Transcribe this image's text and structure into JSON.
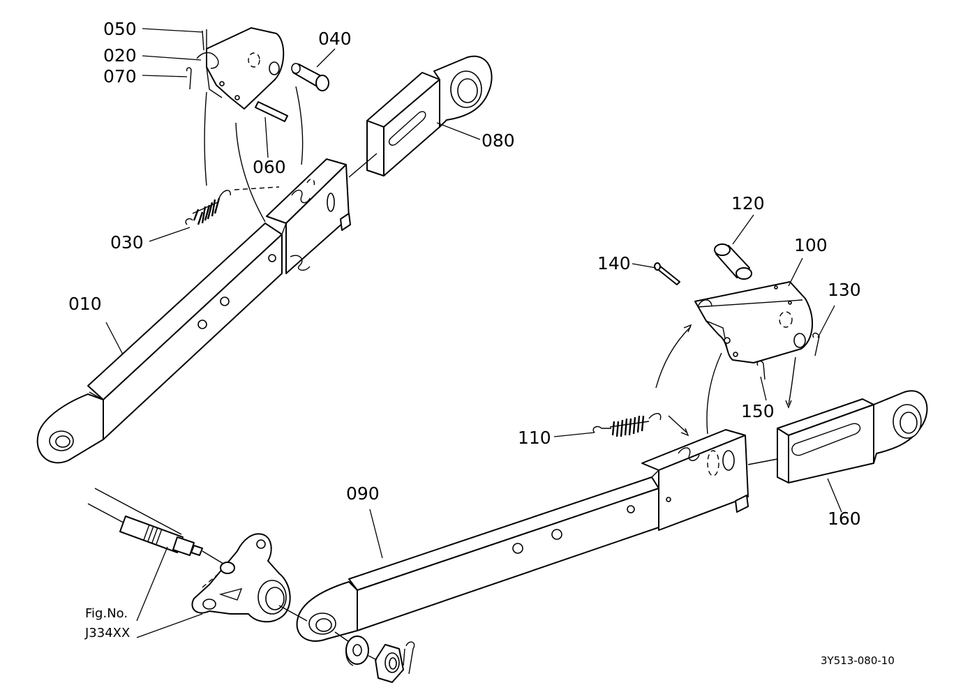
{
  "callouts": {
    "c010": "010",
    "c020": "020",
    "c030": "030",
    "c040": "040",
    "c050": "050",
    "c060": "060",
    "c070": "070",
    "c080": "080",
    "c090": "090",
    "c100": "100",
    "c110": "110",
    "c120": "120",
    "c130": "130",
    "c140": "140",
    "c150": "150",
    "c160": "160"
  },
  "figure_ref": {
    "line1": "Fig.No.",
    "line2": "J334XX"
  },
  "drawing_code": "3Y513-080-10"
}
